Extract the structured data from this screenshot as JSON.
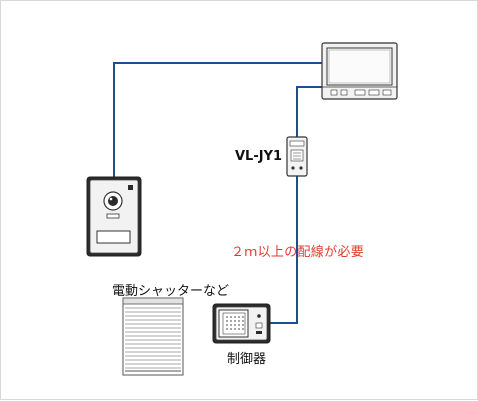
{
  "labels": {
    "adapter": "VL-JY1",
    "note": "２ｍ以上の配線が必要",
    "shutter": "電動シャッターなど",
    "controller": "制御器"
  },
  "colors": {
    "wire": "#1e4e8c",
    "note": "#e23b2e",
    "device_stroke": "#333333",
    "device_dark": "#2b2b2b",
    "device_light": "#f4f4f4"
  }
}
